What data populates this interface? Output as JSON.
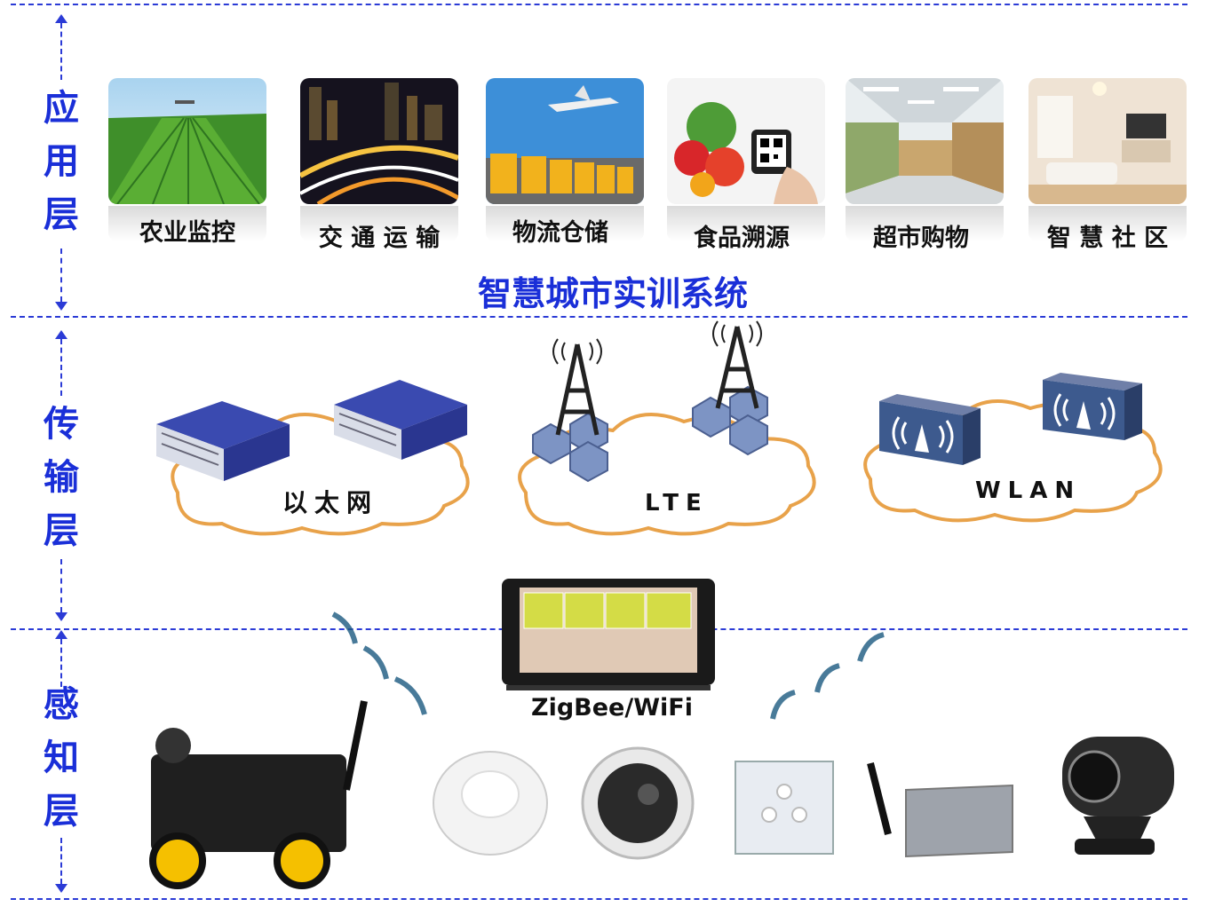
{
  "layers": {
    "application": [
      "应",
      "用",
      "层"
    ],
    "transport": [
      "传",
      "输",
      "层"
    ],
    "perception": [
      "感",
      "知",
      "层"
    ]
  },
  "applications": [
    {
      "label": "农业监控",
      "icon": "farm-field-photo"
    },
    {
      "label": "交 通 运 输",
      "icon": "city-traffic-photo"
    },
    {
      "label": "物流仓储",
      "icon": "logistics-photo"
    },
    {
      "label": "食品溯源",
      "icon": "food-qr-photo"
    },
    {
      "label": "超市购物",
      "icon": "supermarket-photo"
    },
    {
      "label": "智 慧 社 区",
      "icon": "living-room-photo"
    }
  ],
  "title": "智慧城市实训系统",
  "networks": [
    {
      "label": "以太网",
      "icon": "ethernet-switch-icon"
    },
    {
      "label": "LTE",
      "icon": "cell-tower-icon"
    },
    {
      "label": "WLAN",
      "icon": "wifi-ap-icon"
    }
  ],
  "gateway_label": "ZigBee/WiFi",
  "devices": [
    "robot-car",
    "smoke-detector",
    "dome-camera",
    "touch-switch",
    "wireless-router",
    "webcam"
  ],
  "colors": {
    "accent": "#1a2fd8",
    "cloud_border": "#e8a24a"
  }
}
